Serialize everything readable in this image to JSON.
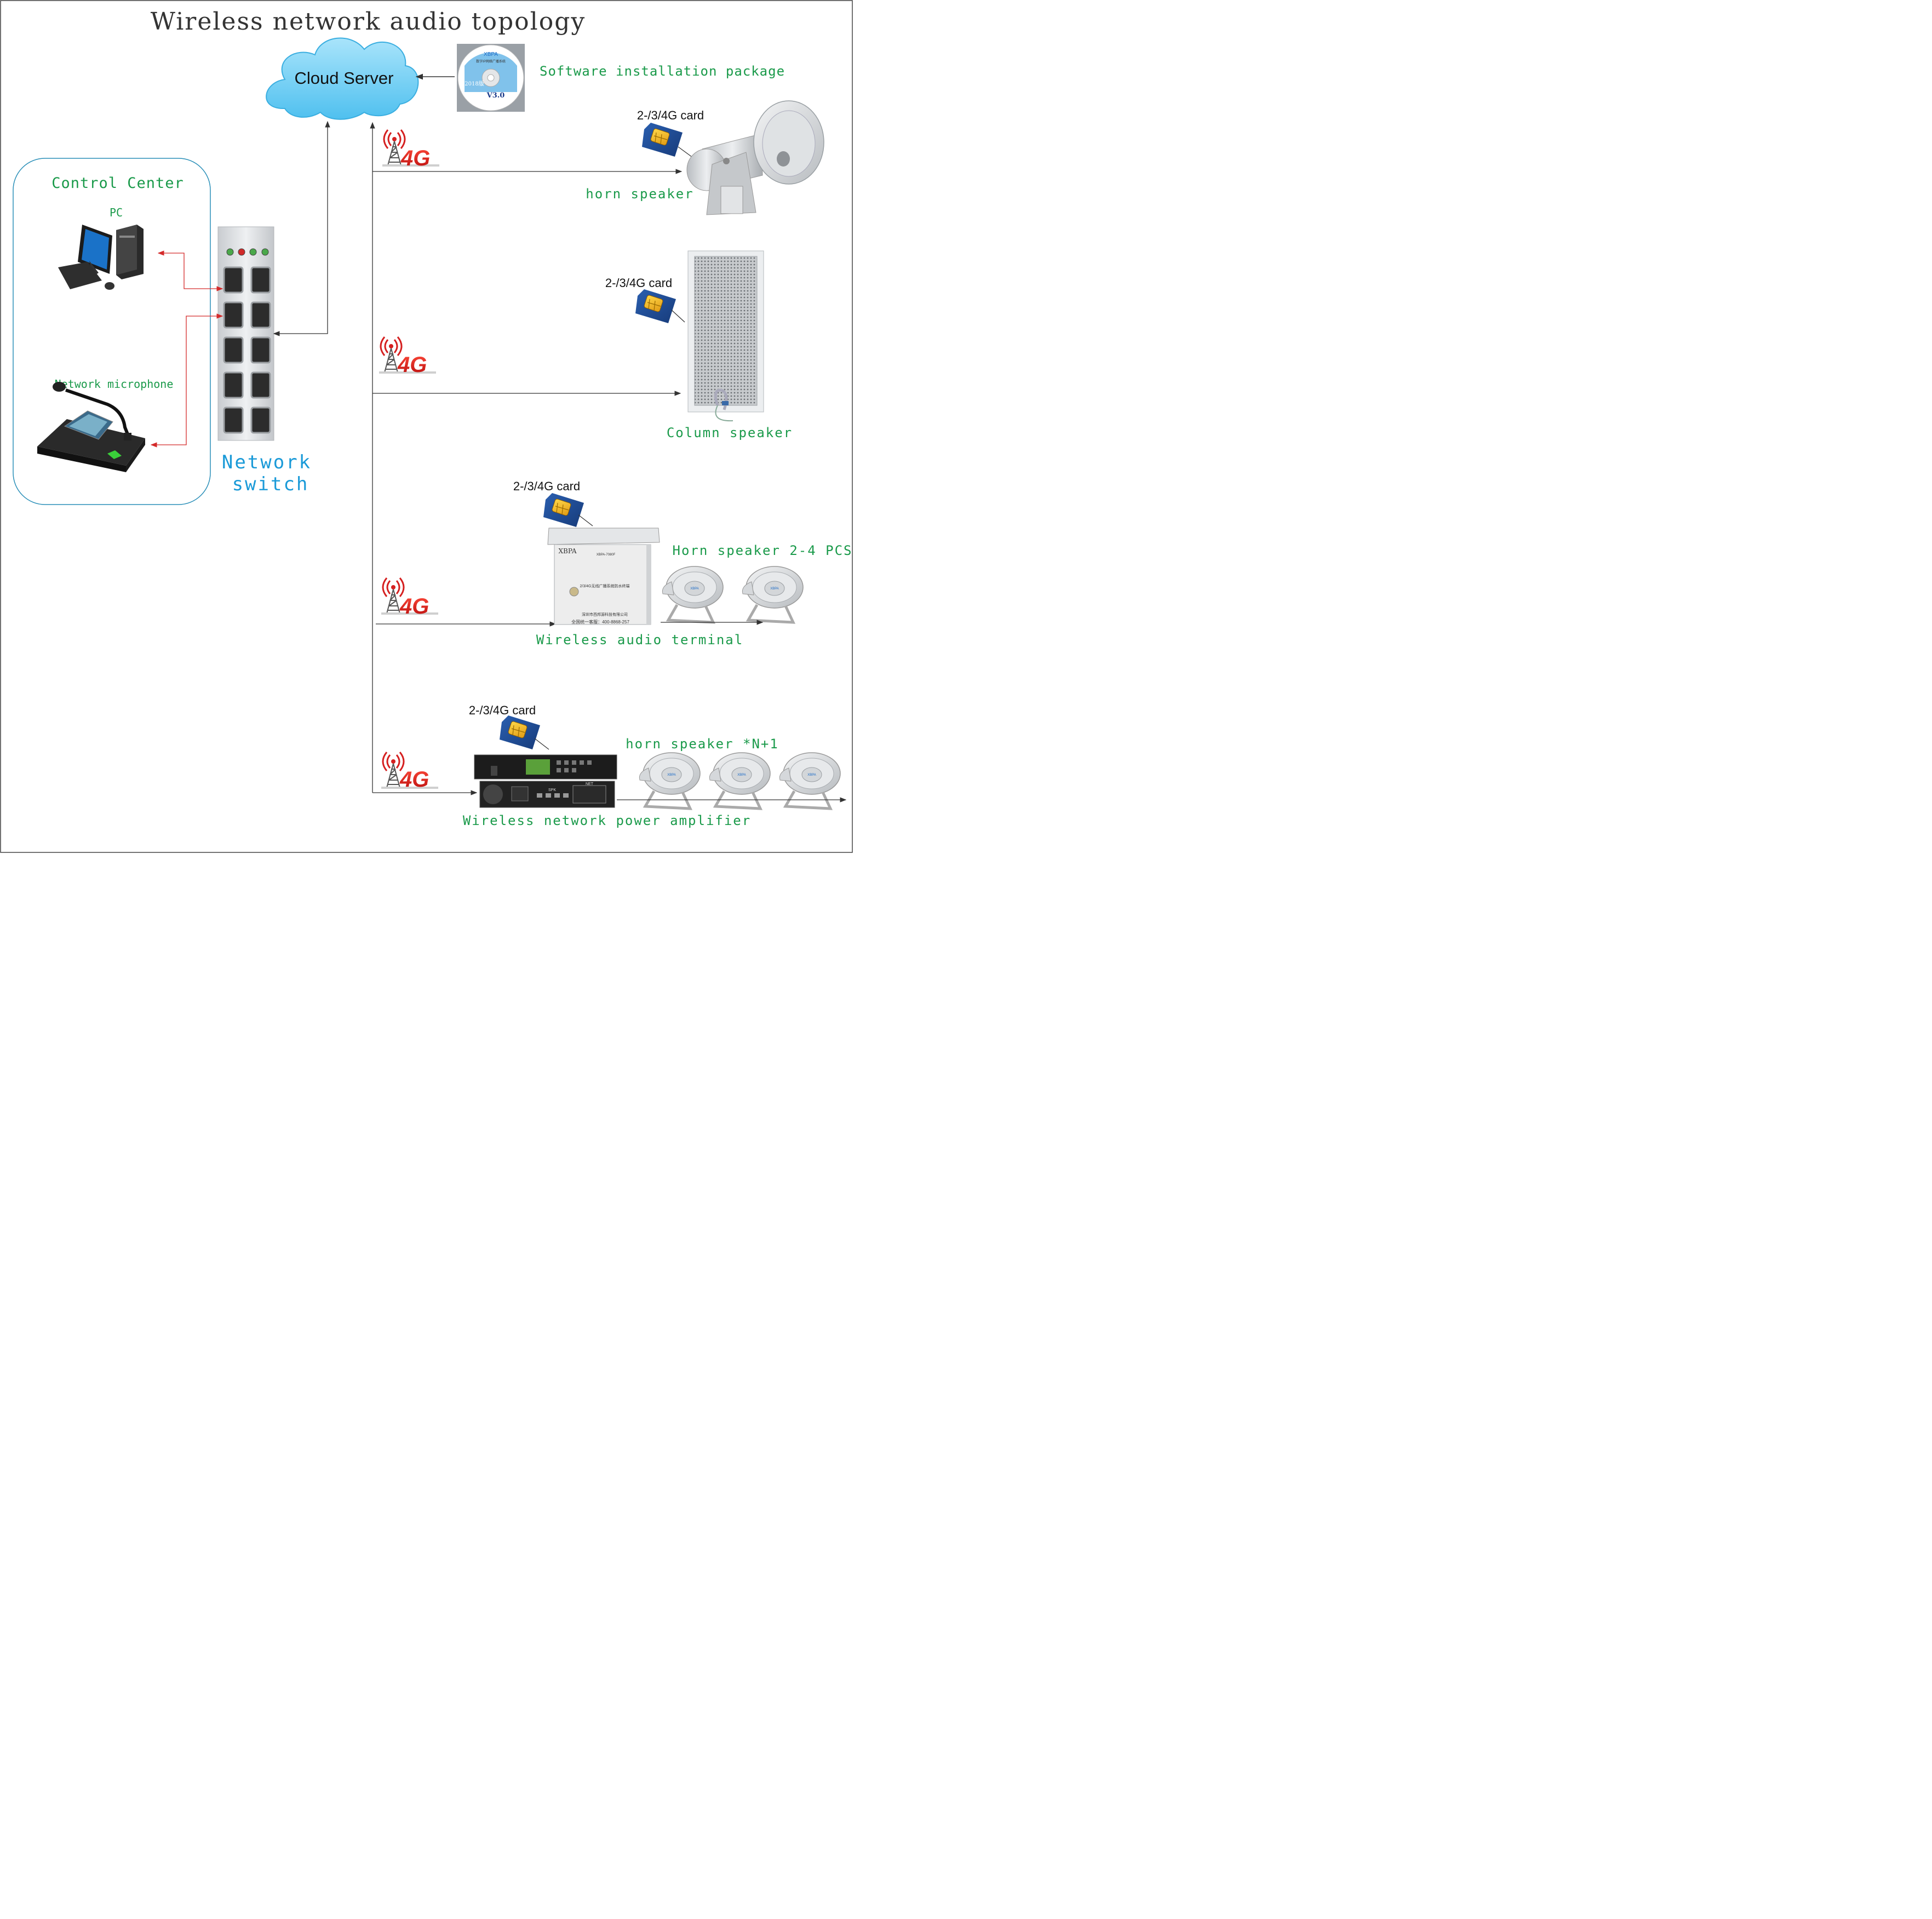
{
  "title": "Wireless network audio topology",
  "cloud_label": "Cloud Server",
  "software_label": "Software installation package",
  "cd": {
    "brand": "XBPA",
    "year": "2018版",
    "version": "V3.0",
    "subtitle": "数字IP网络广播系统"
  },
  "control_center": {
    "title": "Control Center",
    "pc_label": "PC",
    "mic_label": "Network microphone"
  },
  "switch_label": [
    "Network",
    "switch"
  ],
  "signal_label": "4G",
  "card_label": "2-/3/4G card",
  "branches": {
    "horn": "horn speaker",
    "column": "Column speaker",
    "terminal": "Wireless audio terminal",
    "terminal_horns": "Horn speaker 2-4 PCS",
    "amplifier": "Wireless network power amplifier",
    "amp_horns": "horn speaker *N+1"
  },
  "terminal_box": {
    "brand": "XBPA",
    "model": "XBPA-7080F",
    "desc": "2/3/4G无线广播系统防水终端",
    "company": "深圳市西邦源科技有限公司",
    "hotline": "全国统一客服：400-8868-257"
  },
  "amp_panel": {
    "net": "NET",
    "spk": "SPK"
  },
  "colors": {
    "green_text": "#1a9a4a",
    "blue_text": "#1a9ad8",
    "red_arrow": "#d42a2a",
    "line": "#333333",
    "cloud": "#7ed3f5"
  }
}
